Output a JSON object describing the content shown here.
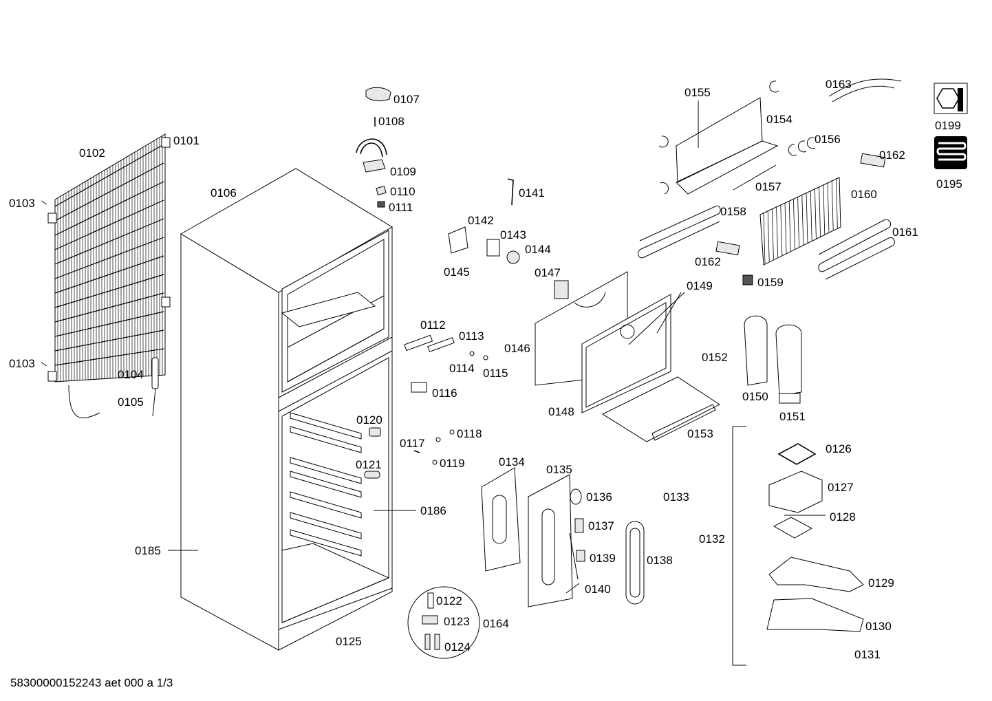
{
  "labels": {
    "l0101": "0101",
    "l0102": "0102",
    "l0103a": "0103",
    "l0103b": "0103",
    "l0104": "0104",
    "l0105": "0105",
    "l0106": "0106",
    "l0107": "0107",
    "l0108": "0108",
    "l0109": "0109",
    "l0110": "0110",
    "l0111": "0111",
    "l0112": "0112",
    "l0113": "0113",
    "l0114": "0114",
    "l0115": "0115",
    "l0116": "0116",
    "l0117": "0117",
    "l0118": "0118",
    "l0119": "0119",
    "l0120": "0120",
    "l0121": "0121",
    "l0122": "0122",
    "l0123": "0123",
    "l0124": "0124",
    "l0125": "0125",
    "l0126": "0126",
    "l0127": "0127",
    "l0128": "0128",
    "l0129": "0129",
    "l0130": "0130",
    "l0131": "0131",
    "l0132": "0132",
    "l0133": "0133",
    "l0134": "0134",
    "l0135": "0135",
    "l0136": "0136",
    "l0137": "0137",
    "l0138": "0138",
    "l0139": "0139",
    "l0140": "0140",
    "l0141": "0141",
    "l0142": "0142",
    "l0143": "0143",
    "l0144": "0144",
    "l0145": "0145",
    "l0146": "0146",
    "l0147": "0147",
    "l0148": "0148",
    "l0149": "0149",
    "l0150": "0150",
    "l0151": "0151",
    "l0152": "0152",
    "l0153": "0153",
    "l0154": "0154",
    "l0155": "0155",
    "l0156": "0156",
    "l0157": "0157",
    "l0158": "0158",
    "l0159": "0159",
    "l0160": "0160",
    "l0161": "0161",
    "l0162a": "0162",
    "l0162b": "0162",
    "l0163": "0163",
    "l0164": "0164",
    "l0185": "0185",
    "l0186": "0186",
    "l0195": "0195",
    "l0199": "0199"
  },
  "footer": {
    "document_id": "58300000152243 aet 000 a 1/3"
  },
  "icons": {
    "tool_icon": "wrench-nut-icon",
    "coil_icon": "heating-coil-icon"
  }
}
